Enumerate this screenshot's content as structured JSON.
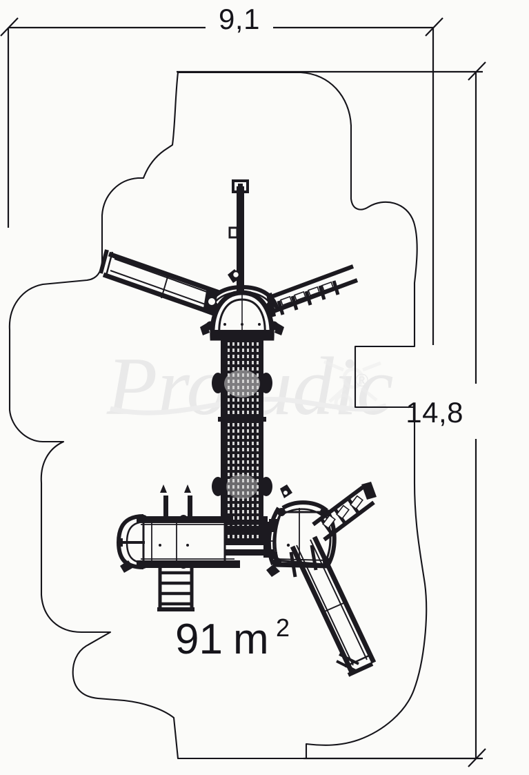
{
  "drawing": {
    "type": "playground-equipment-plan-view",
    "background_color": "#fbfbf9",
    "line_color": "#15141a",
    "watermark": {
      "brand": "Proludic",
      "registered_mark": "®",
      "color": "#e9e9e9"
    }
  },
  "dimensions": {
    "width": {
      "label": "9,1",
      "unit": "m",
      "orientation": "horizontal",
      "position": "top"
    },
    "height": {
      "label": "14,8",
      "unit": "m",
      "orientation": "vertical",
      "position": "right"
    }
  },
  "area": {
    "value": "91",
    "unit": "m",
    "exponent": "2",
    "full_label": "91 m²"
  },
  "safety_zone": {
    "name": "impact-area-outline",
    "stroke": "#15141a",
    "fill": "none"
  },
  "equipment": {
    "items": [
      {
        "name": "upper-dome-platform",
        "label": "Upper dome platform"
      },
      {
        "name": "vertical-climbing-pole",
        "label": "Vertical climbing pole"
      },
      {
        "name": "upper-left-ramp",
        "label": "Upper left inclined ramp"
      },
      {
        "name": "upper-right-ladder",
        "label": "Upper right step ladder"
      },
      {
        "name": "central-net-tunnel",
        "label": "Central mesh tunnel bridge"
      },
      {
        "name": "lower-left-platform",
        "label": "Lower left platform"
      },
      {
        "name": "lower-left-ladder",
        "label": "Lower left access ladder"
      },
      {
        "name": "lower-right-platform",
        "label": "Lower right platform"
      },
      {
        "name": "lower-right-ladder",
        "label": "Lower right step ladder"
      },
      {
        "name": "lower-right-slide",
        "label": "Lower right inclined slide"
      },
      {
        "name": "connecting-walkway",
        "label": "Connecting walkway"
      }
    ]
  }
}
